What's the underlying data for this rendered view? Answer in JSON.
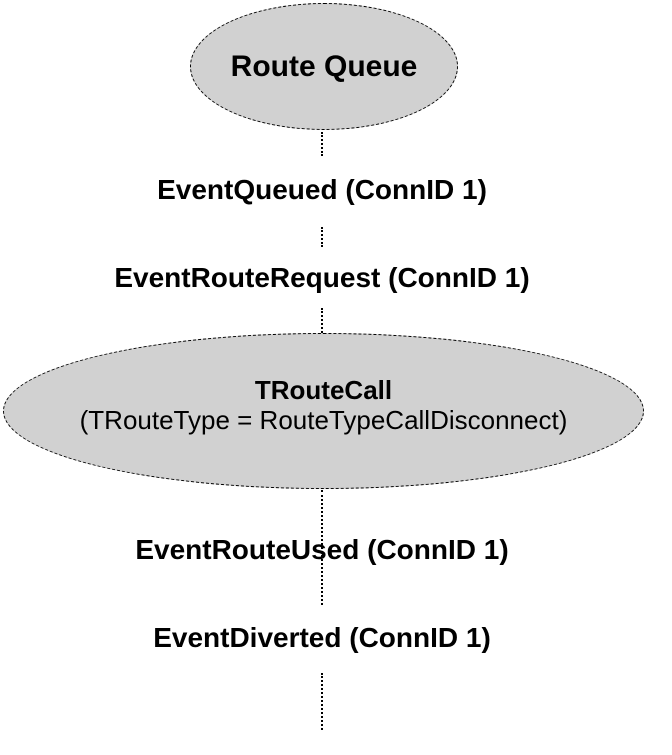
{
  "diagram": {
    "background_color": "#ffffff",
    "node_fill_color": "#d1d1d1",
    "node_border_color": "#000000",
    "connector_color": "#000000",
    "text_color": "#000000",
    "connector_style": "dotted-vertical",
    "top_node": {
      "label": "Route Queue"
    },
    "mid_node": {
      "title": "TRouteCall",
      "subtitle": "(TRouteType = RouteTypeCallDisconnect)"
    },
    "events": [
      {
        "label": "EventQueued (ConnID 1)"
      },
      {
        "label": "EventRouteRequest (ConnID 1)"
      },
      {
        "label": "EventRouteUsed (ConnID 1)"
      },
      {
        "label": "EventDiverted (ConnID 1)"
      }
    ]
  }
}
